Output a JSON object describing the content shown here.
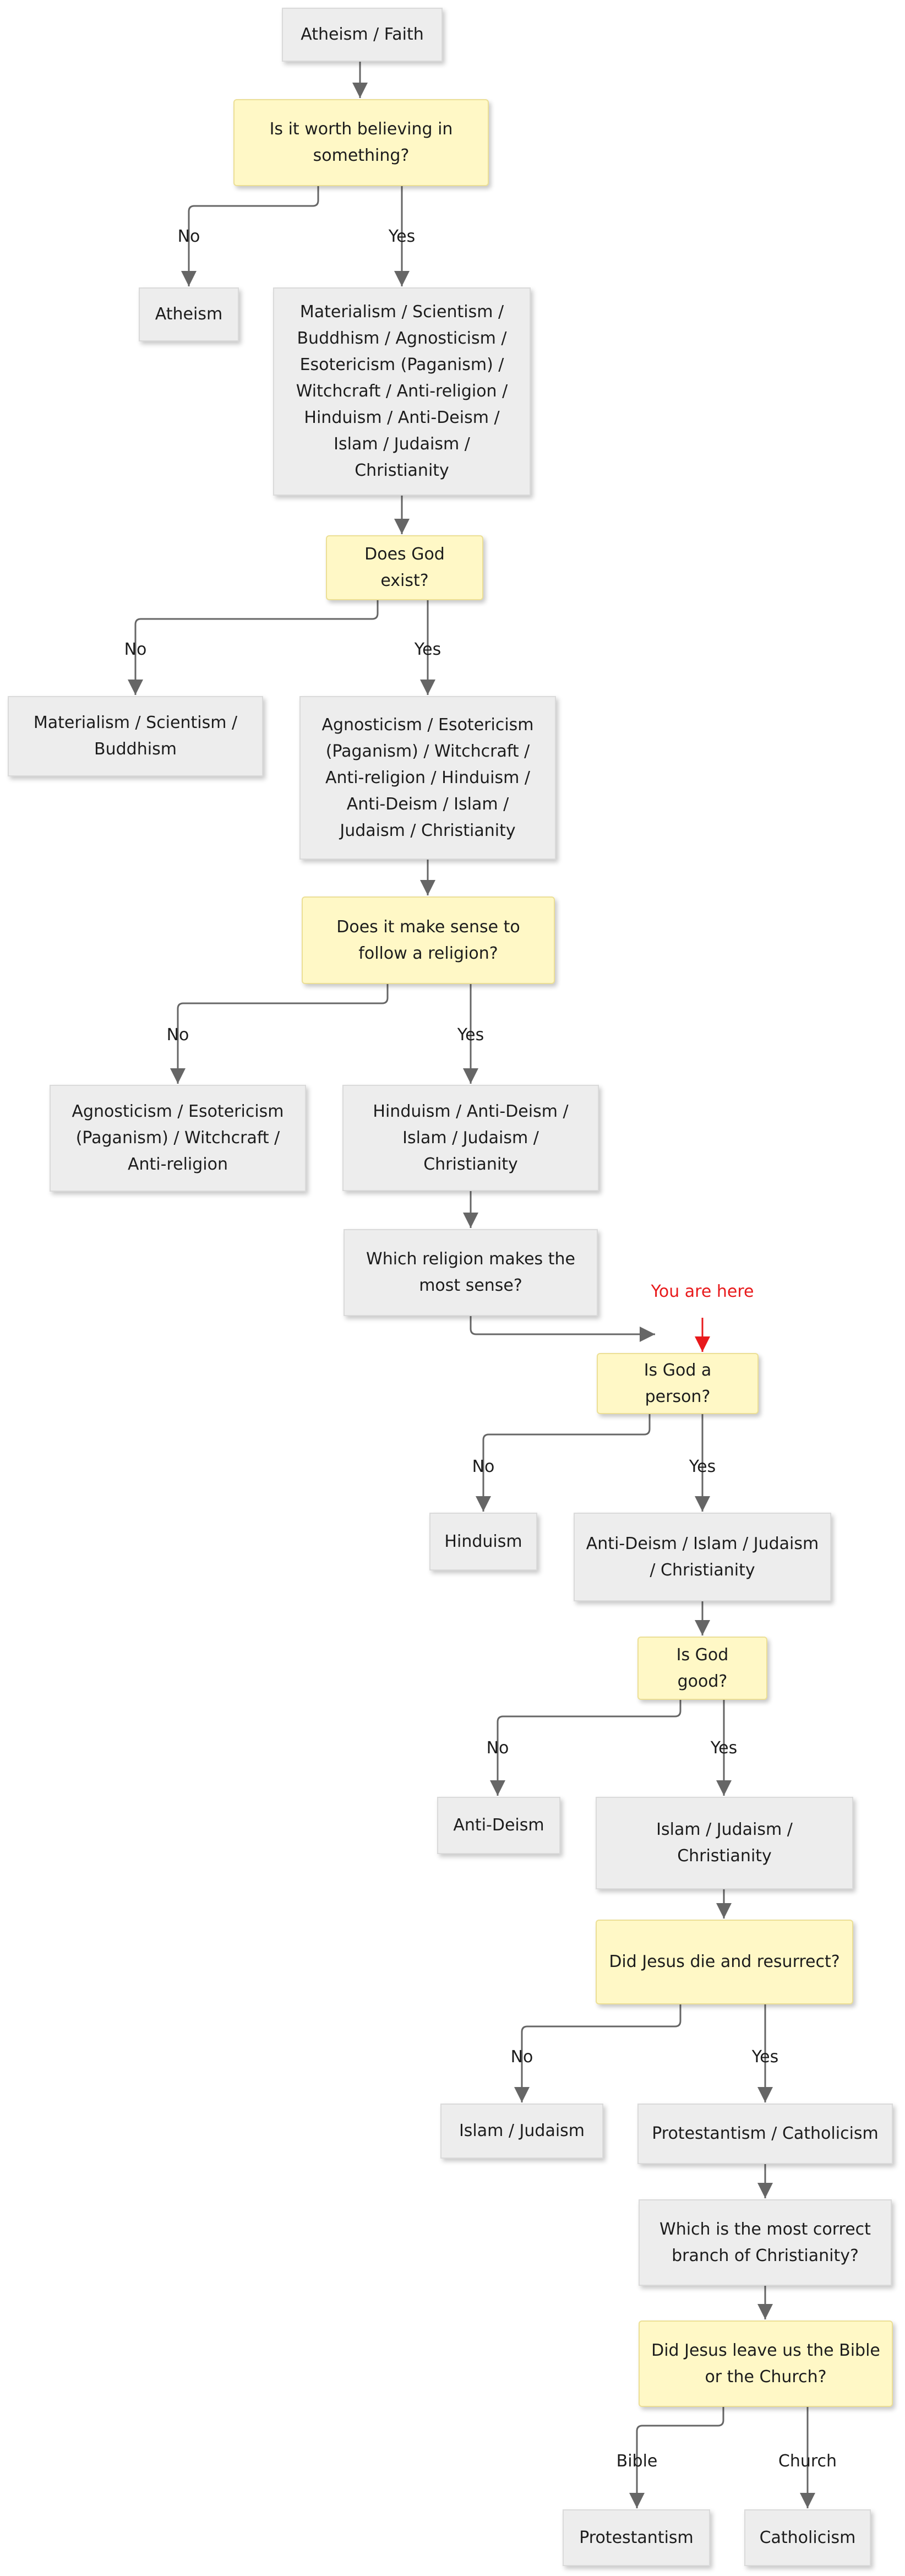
{
  "nodes": {
    "n0": "Atheism / Faith",
    "q1": "Is it worth believing in something?",
    "n1a": "Atheism",
    "n1b": "Materialism / Scientism / Buddhism / Agnosticism / Esotericism (Paganism) / Witchcraft / Anti-religion / Hinduism / Anti-Deism / Islam / Judaism / Christianity",
    "q2": "Does God exist?",
    "n2a": "Materialism / Scientism / Buddhism",
    "n2b": "Agnosticism / Esotericism (Paganism) / Witchcraft / Anti-religion / Hinduism / Anti-Deism / Islam / Judaism / Christianity",
    "q3": "Does it make sense to follow a religion?",
    "n3a": "Agnosticism / Esotericism (Paganism) / Witchcraft / Anti-religion",
    "n3b": "Hinduism / Anti-Deism / Islam / Judaism / Christianity",
    "n4": "Which religion makes the most sense?",
    "q5": "Is God a person?",
    "n5a": "Hinduism",
    "n5b": "Anti-Deism / Islam / Judaism / Christianity",
    "q6": "Is God good?",
    "n6a": "Anti-Deism",
    "n6b": "Islam / Judaism / Christianity",
    "q7": "Did Jesus die and resurrect?",
    "n7a": "Islam / Judaism",
    "n7b": "Protestantism / Catholicism",
    "n8": "Which is the most correct branch of Christianity?",
    "q9": "Did Jesus leave us the Bible or the Church?",
    "n9a": "Protestantism",
    "n9b": "Catholicism"
  },
  "edge_labels": {
    "no": "No",
    "yes": "Yes",
    "bible": "Bible",
    "church": "Church"
  },
  "marker": "You are here",
  "colors": {
    "box_fill": "#ededed",
    "question_fill": "#fff8c6",
    "edge": "#6b6b6b",
    "marker": "#e8191b"
  }
}
